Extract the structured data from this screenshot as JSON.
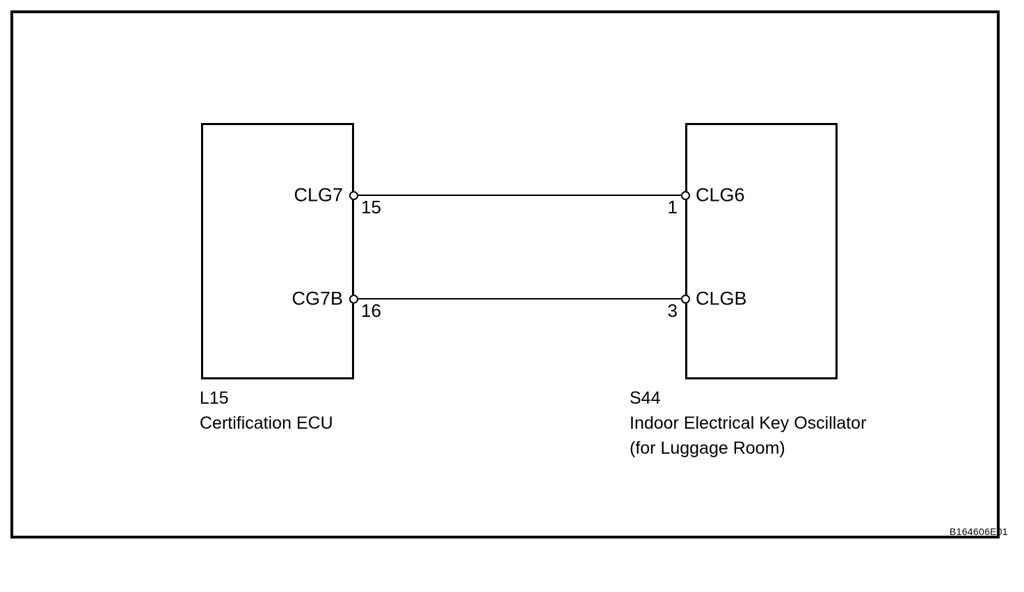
{
  "figure": {
    "id_code": "B164606E01",
    "background_color": "#ffffff",
    "line_color": "#000000"
  },
  "components": {
    "left": {
      "code": "L15",
      "name": "Certification ECU",
      "name_line2": ""
    },
    "right": {
      "code": "S44",
      "name": "Indoor Electrical Key Oscillator",
      "name_line2": "(for Luggage Room)"
    }
  },
  "connections": [
    {
      "left_signal": "CLG7",
      "left_pin": "15",
      "right_signal": "CLG6",
      "right_pin": "1"
    },
    {
      "left_signal": "CG7B",
      "left_pin": "16",
      "right_signal": "CLGB",
      "right_pin": "3"
    }
  ]
}
